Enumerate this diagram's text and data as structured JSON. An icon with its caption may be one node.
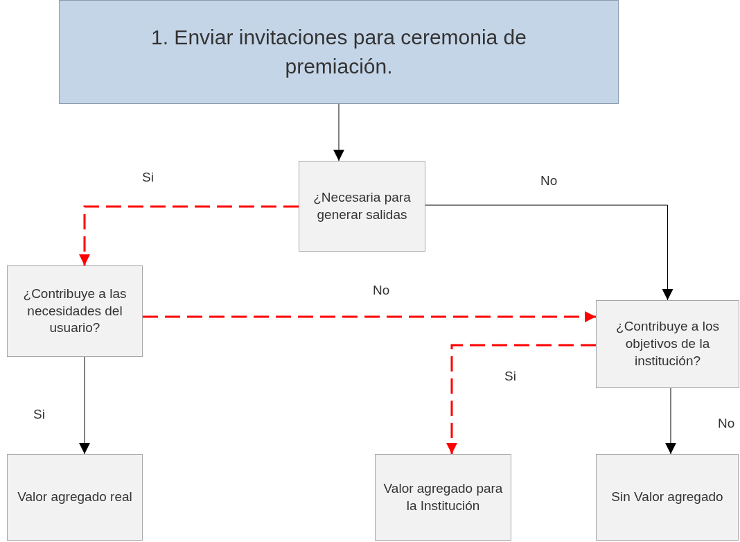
{
  "diagram": {
    "nodes": [
      {
        "text": [
          "1. Enviar invitaciones para ceremonia de premiación."
        ]
      },
      {
        "text": [
          "¿Necesaria para generar salidas"
        ]
      },
      {
        "text": [
          "¿Contribuye a las necesidades del usuario?"
        ]
      },
      {
        "text": [
          "¿Contribuye a los objetivos de la institución?"
        ]
      },
      {
        "text": [
          "Valor agregado real"
        ]
      },
      {
        "text": [
          "Valor agregado para la Institución"
        ]
      },
      {
        "text": [
          "Sin Valor agregado"
        ]
      }
    ],
    "edges": [
      {
        "from": 0,
        "to": 1,
        "arrow": "to"
      },
      {
        "from": 1,
        "to": 2,
        "arrow": "to",
        "label": "Si",
        "style": "dashed",
        "color": "#ff0000"
      },
      {
        "from": 1,
        "to": 3,
        "arrow": "to",
        "label": "No"
      },
      {
        "from": 2,
        "to": 3,
        "arrow": "to",
        "label": "No",
        "style": "dashed",
        "color": "#ff0000"
      },
      {
        "from": 3,
        "to": 5,
        "arrow": "to",
        "label": "Si",
        "style": "dashed",
        "color": "#ff0000"
      },
      {
        "from": 2,
        "to": 4,
        "arrow": "to",
        "label": "Si"
      },
      {
        "from": 3,
        "to": 6,
        "arrow": "to",
        "label": "No"
      }
    ]
  }
}
